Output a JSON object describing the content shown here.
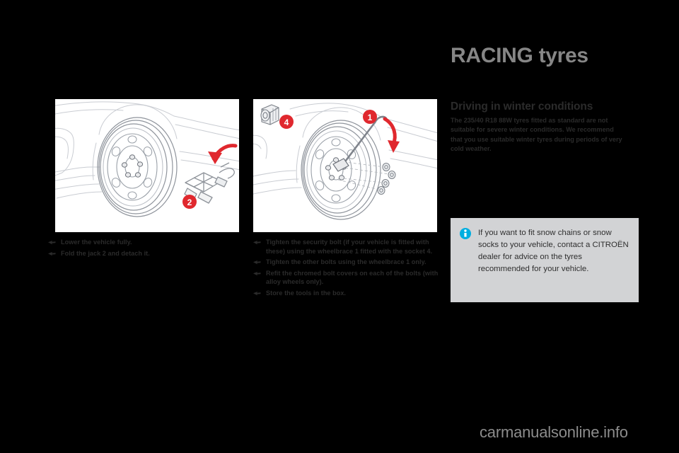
{
  "page": {
    "title": "RACING tyres",
    "background_color": "#000000",
    "title_color": "#868686"
  },
  "illustrations": {
    "left": {
      "name": "lowering-vehicle-and-folding-jack",
      "description": "Front wheel of car with scissor jack being lowered, red curved arrow pointing up-left",
      "callouts": [
        {
          "label": "2",
          "meaning": "jack",
          "color": "#e0282e"
        }
      ]
    },
    "right": {
      "name": "tightening-wheel-bolts",
      "description": "Front wheel of car with wheelbrace on hub, socket shown separately and four wheel bolts",
      "callouts": [
        {
          "label": "1",
          "meaning": "wheelbrace",
          "color": "#e0282e"
        },
        {
          "label": "4",
          "meaning": "socket",
          "color": "#e0282e"
        }
      ]
    }
  },
  "instructions": {
    "left_column": [
      "Lower the vehicle fully.",
      "Fold the jack 2 and detach it."
    ],
    "right_column": [
      "Tighten the security bolt (if your vehicle is fitted with these) using the wheelbrace 1 fitted with the socket 4.",
      "Tighten the other bolts using the wheelbrace 1 only.",
      "Refit the chromed bolt covers on each of the bolts (with alloy wheels only).",
      "Store the tools in the box."
    ]
  },
  "section": {
    "heading": "Driving in winter conditions",
    "body": "The 235/40 R18 88W tyres fitted as standard are not suitable for severe winter conditions. We recommend that you use suitable winter tyres during periods of very cold weather."
  },
  "info_box": {
    "icon": "info-icon",
    "icon_color": "#00aee0",
    "background_color": "#d2d3d5",
    "text": "If you want to fit snow chains or snow socks to your vehicle, contact a CITROËN dealer for advice on the tyres recommended for your vehicle."
  },
  "watermark": {
    "text": "carmanualsonline.info",
    "color": "#8c8c8c"
  }
}
